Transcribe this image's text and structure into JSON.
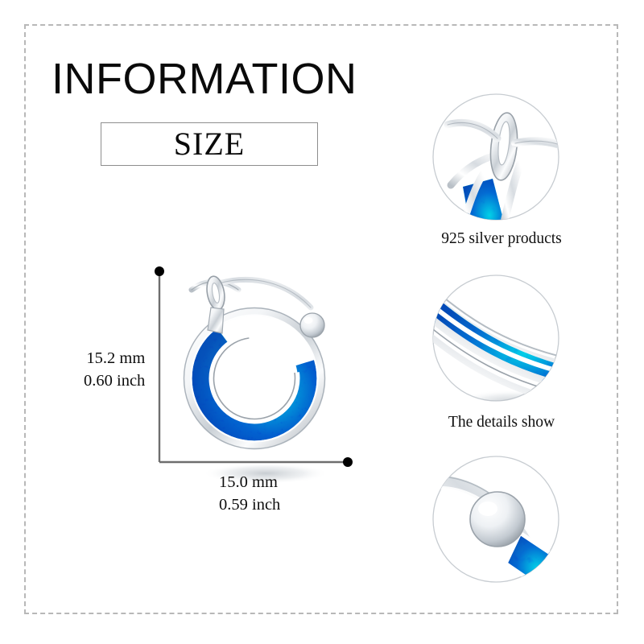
{
  "page": {
    "title": "INFORMATION",
    "section_label": "SIZE",
    "background_color": "#ffffff",
    "frame_border_color": "#b8b8b8"
  },
  "product": {
    "name": "blue opal inlay silver hoop earring",
    "metal_color": "#f2f4f6",
    "metal_shadow_color": "#8d949b",
    "opal_colors": [
      "#1e9fd8",
      "#1657c8",
      "#2fd3b8",
      "#0b7fd4",
      "#35e0a0",
      "#0a4fc0"
    ],
    "parts": [
      "hinged-clasp",
      "opal-channel",
      "silver-ball-bead",
      "hoop-band"
    ]
  },
  "dimensions": {
    "height": {
      "mm": "15.2 mm",
      "inch": "0.60 inch"
    },
    "width": {
      "mm": "15.0 mm",
      "inch": "0.59 inch"
    },
    "guide_line_color": "#6e6e6e",
    "endpoint_color": "#000000"
  },
  "details": [
    {
      "id": "clasp",
      "caption": "925 silver products",
      "icon": "circle-photo-clasp"
    },
    {
      "id": "inlay",
      "caption": "The details show",
      "icon": "circle-photo-inlay"
    },
    {
      "id": "bead",
      "caption": "",
      "icon": "circle-photo-bead"
    }
  ]
}
